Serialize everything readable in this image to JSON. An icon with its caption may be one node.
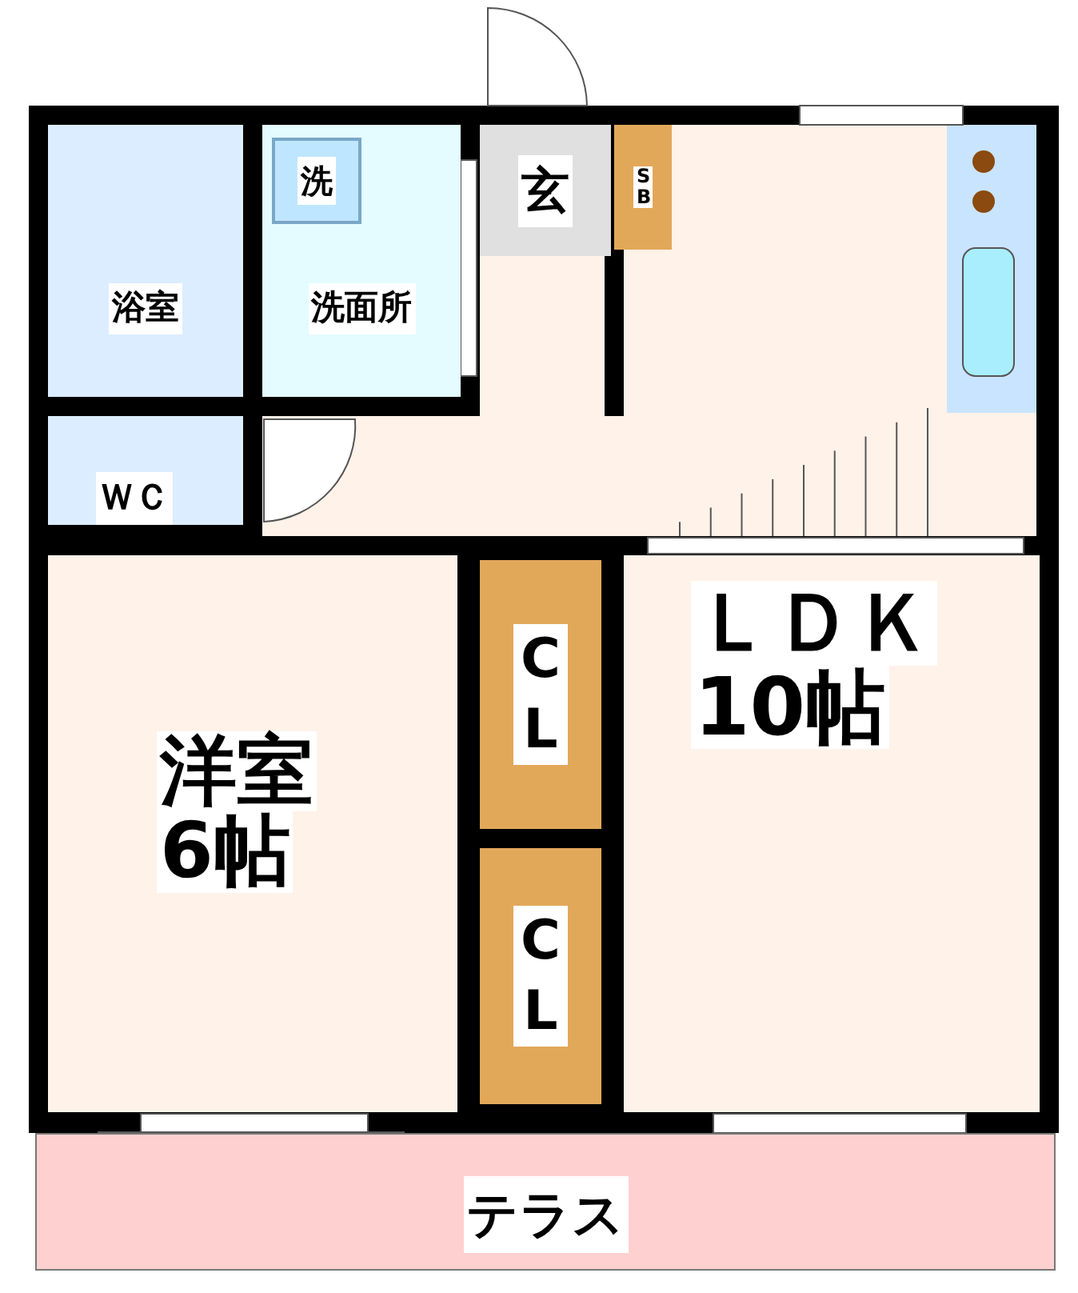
{
  "diagram": {
    "nodes": [
      {
        "text": [
          "浴室"
        ]
      },
      {
        "text": [
          "洗面所"
        ]
      },
      {
        "text": [
          "洗"
        ],
        "in": 1
      },
      {
        "text": [
          "玄"
        ]
      },
      {
        "text": [
          "SB"
        ]
      },
      {
        "text": [
          "ＷＣ"
        ]
      },
      {
        "text": [
          "洋室",
          "6帖"
        ]
      },
      {
        "text": [
          "CL"
        ]
      },
      {
        "text": [
          "ＬＤＫ",
          "10帖"
        ]
      },
      {
        "text": [
          "CL"
        ]
      },
      {
        "text": [
          "テラス"
        ]
      }
    ]
  }
}
